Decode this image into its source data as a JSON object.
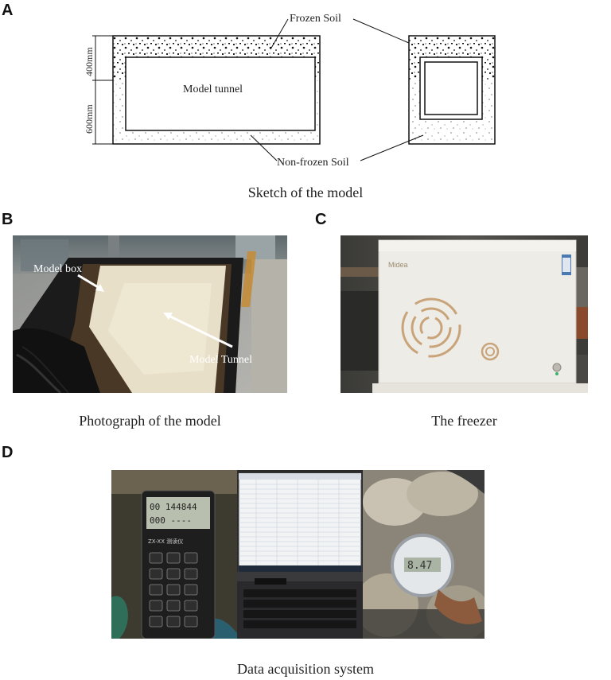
{
  "panels": {
    "a": {
      "letter": "A",
      "caption": "Sketch of the model",
      "label_frozen": "Frozen Soil",
      "label_nonfrozen": "Non-frozen Soil",
      "label_tunnel": "Model tunnel",
      "dim_top": "400mm",
      "dim_bottom": "600mm"
    },
    "b": {
      "letter": "B",
      "caption": "Photograph of the model",
      "label_box": "Model box",
      "label_tunnel": "Model Tunnel"
    },
    "c": {
      "letter": "C",
      "caption": "The freezer",
      "brand": "Midea"
    },
    "d": {
      "letter": "D",
      "caption": "Data acquisition system",
      "reader_line1": "00  144844",
      "reader_line2": "000  ----",
      "reader_model": "ZX-XX 测读仪",
      "gauge_readout": "8.47"
    }
  }
}
